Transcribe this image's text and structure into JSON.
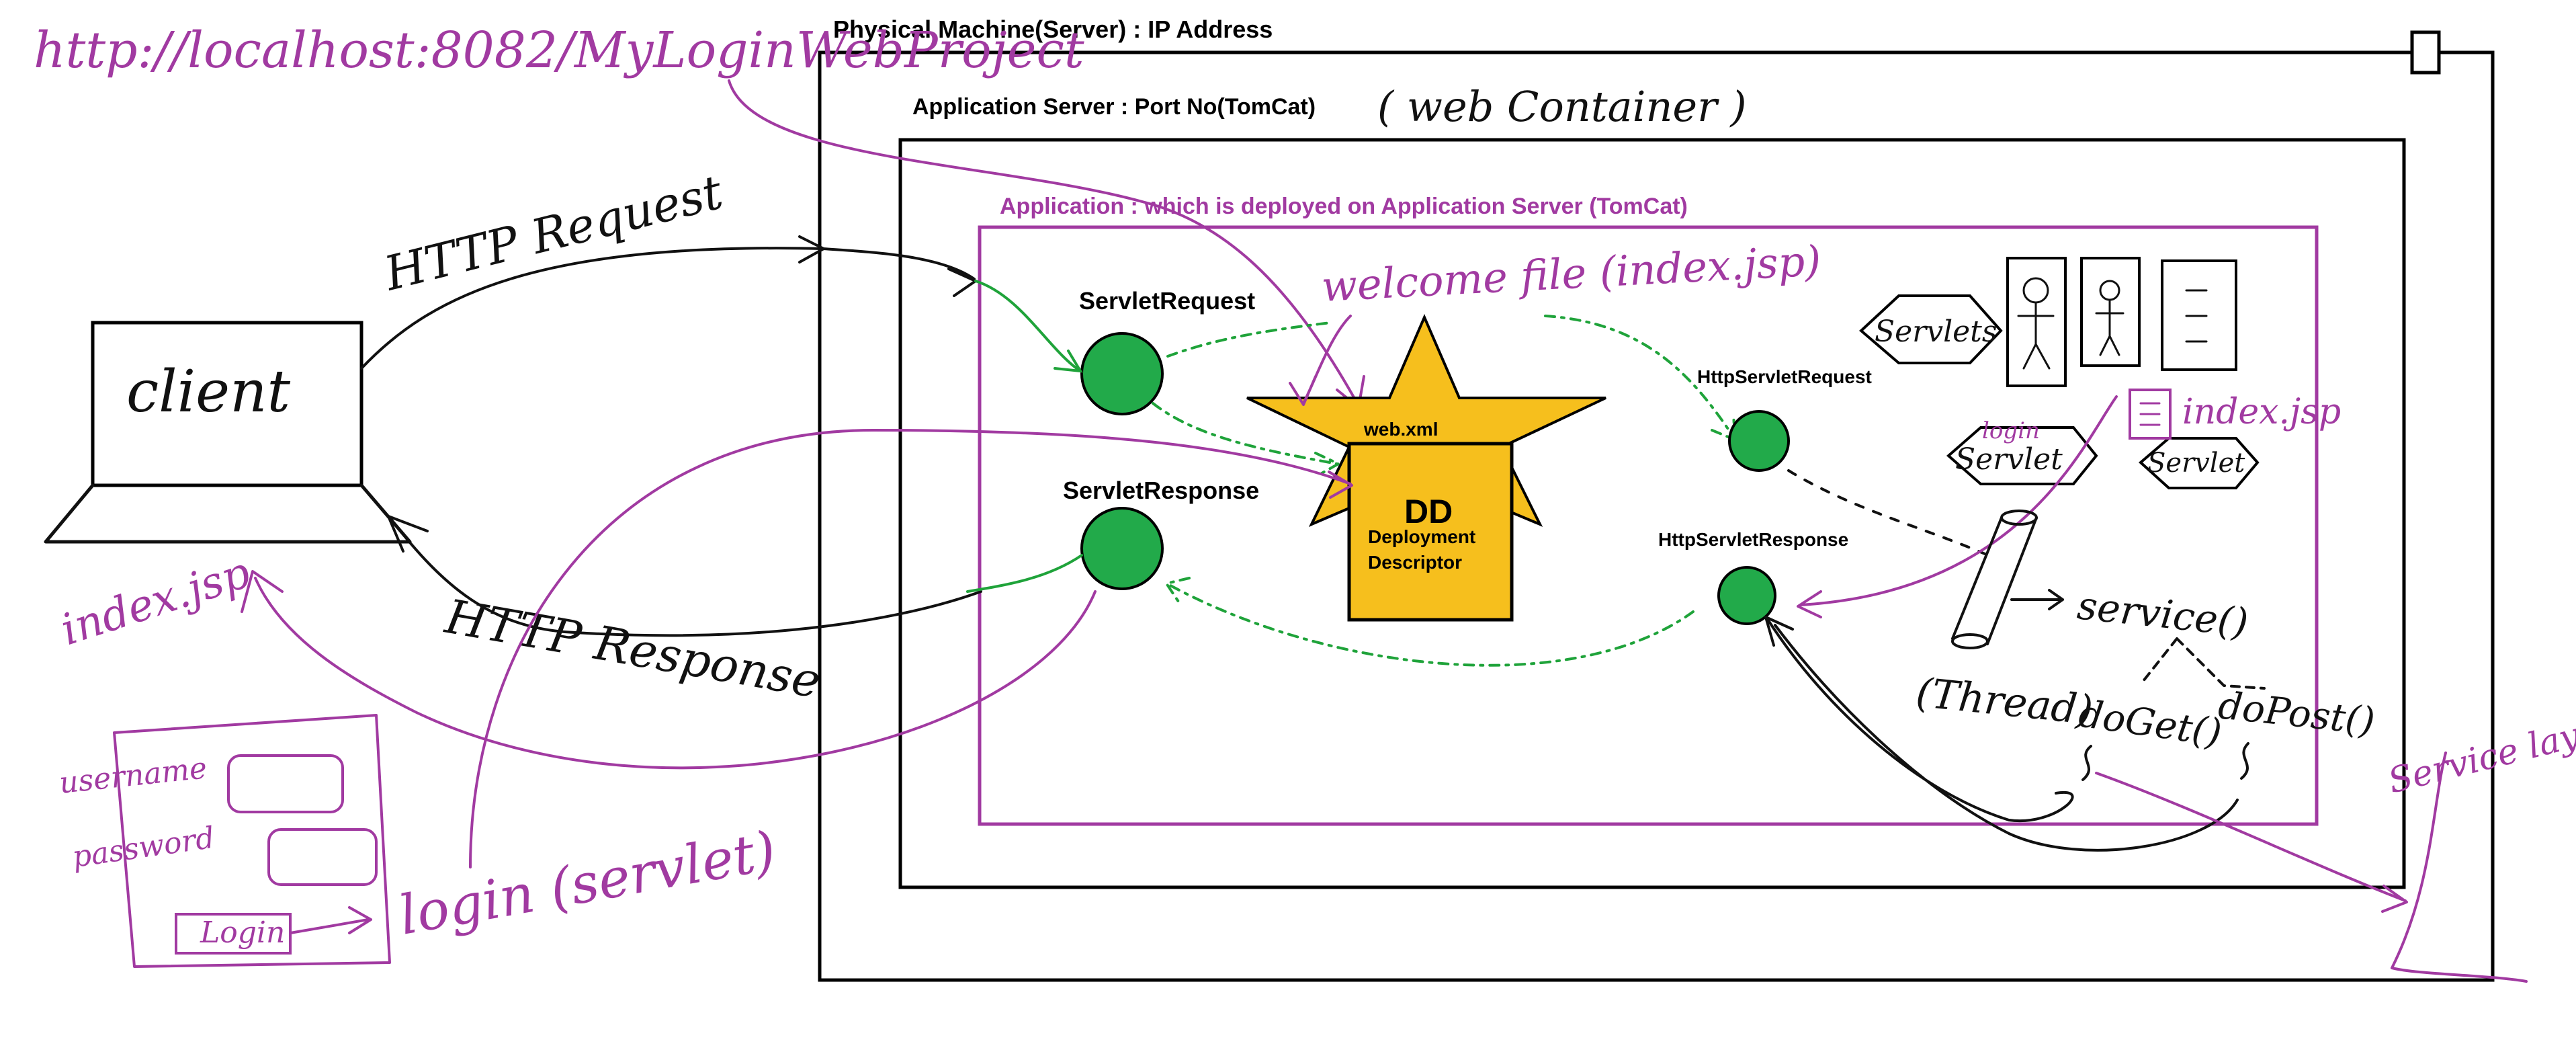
{
  "colors": {
    "ink_purple": "#a13aa1",
    "node_green": "#22aa4a",
    "dd_yellow": "#f6bf1d",
    "ink_black": "#111111"
  },
  "labels": {
    "url": "http://localhost:8082/MyLoginWebProject",
    "physical_machine": "Physical Machine(Server) : IP Address",
    "app_server": "Application Server : Port No(TomCat)",
    "web_container": "( web Container )",
    "application": "Application : which is deployed on Application Server (TomCat)",
    "http_request": "HTTP Request",
    "http_response": "HTTP Response",
    "client": "client",
    "servlet_request": "ServletRequest",
    "servlet_response": "ServletResponse",
    "welcome_file": "welcome file (index.jsp)",
    "web_xml": "web.xml",
    "dd": "DD",
    "deployment_descriptor_line1": "Deployment",
    "deployment_descriptor_line2": "Descriptor",
    "http_servlet_request": "HttpServletRequest",
    "http_servlet_response": "HttpServletResponse",
    "servlets": "Servlets",
    "login": "login",
    "servlet": "Servlet",
    "index_jsp_right": "index.jsp",
    "service": "service()",
    "thread": "(Thread)",
    "do_get": "doGet()",
    "do_post": "doPost()",
    "index_jsp_left": "index.jsp",
    "username": "username",
    "password": "password",
    "login_button": "Login",
    "login_servlet": "login (servlet)",
    "service_layer": "Service layer"
  }
}
